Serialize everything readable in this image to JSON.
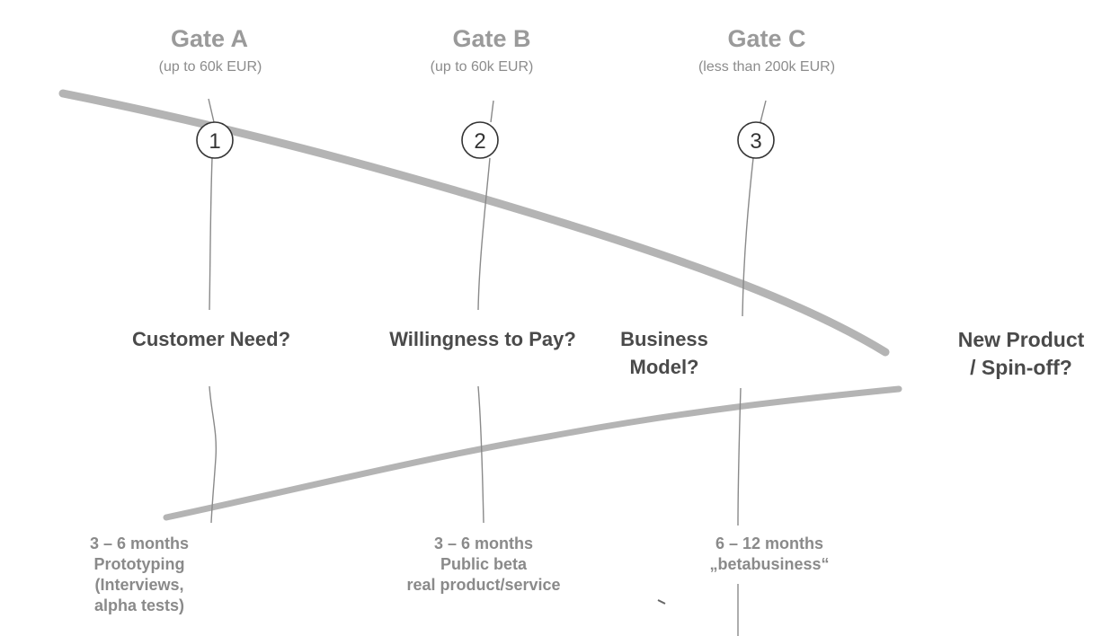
{
  "gates": [
    {
      "title": "Gate A",
      "budget": "(up to 60k EUR)",
      "number": "1"
    },
    {
      "title": "Gate B",
      "budget": "(up to 60k EUR)",
      "number": "2"
    },
    {
      "title": "Gate C",
      "budget": "(less than 200k EUR)",
      "number": "3"
    }
  ],
  "questions": [
    "Customer Need?",
    "Willingness to Pay?",
    "Business Model?"
  ],
  "outcome": "New Product / Spin-off?",
  "phases": [
    {
      "duration": "3 – 6 months",
      "name": "Prototyping",
      "detail": "(Interviews, alpha tests)"
    },
    {
      "duration": "3 – 6 months",
      "name": "Public beta",
      "detail": "real product/service"
    },
    {
      "duration": "6 – 12 months",
      "name": "„betabusiness“",
      "detail": ""
    }
  ],
  "colors": {
    "funnel": "#b4b4b4",
    "gate_line": "#8a8a8a",
    "title": "#9a9a9a",
    "question": "#4a4a4a",
    "phase": "#8a8a8a"
  }
}
